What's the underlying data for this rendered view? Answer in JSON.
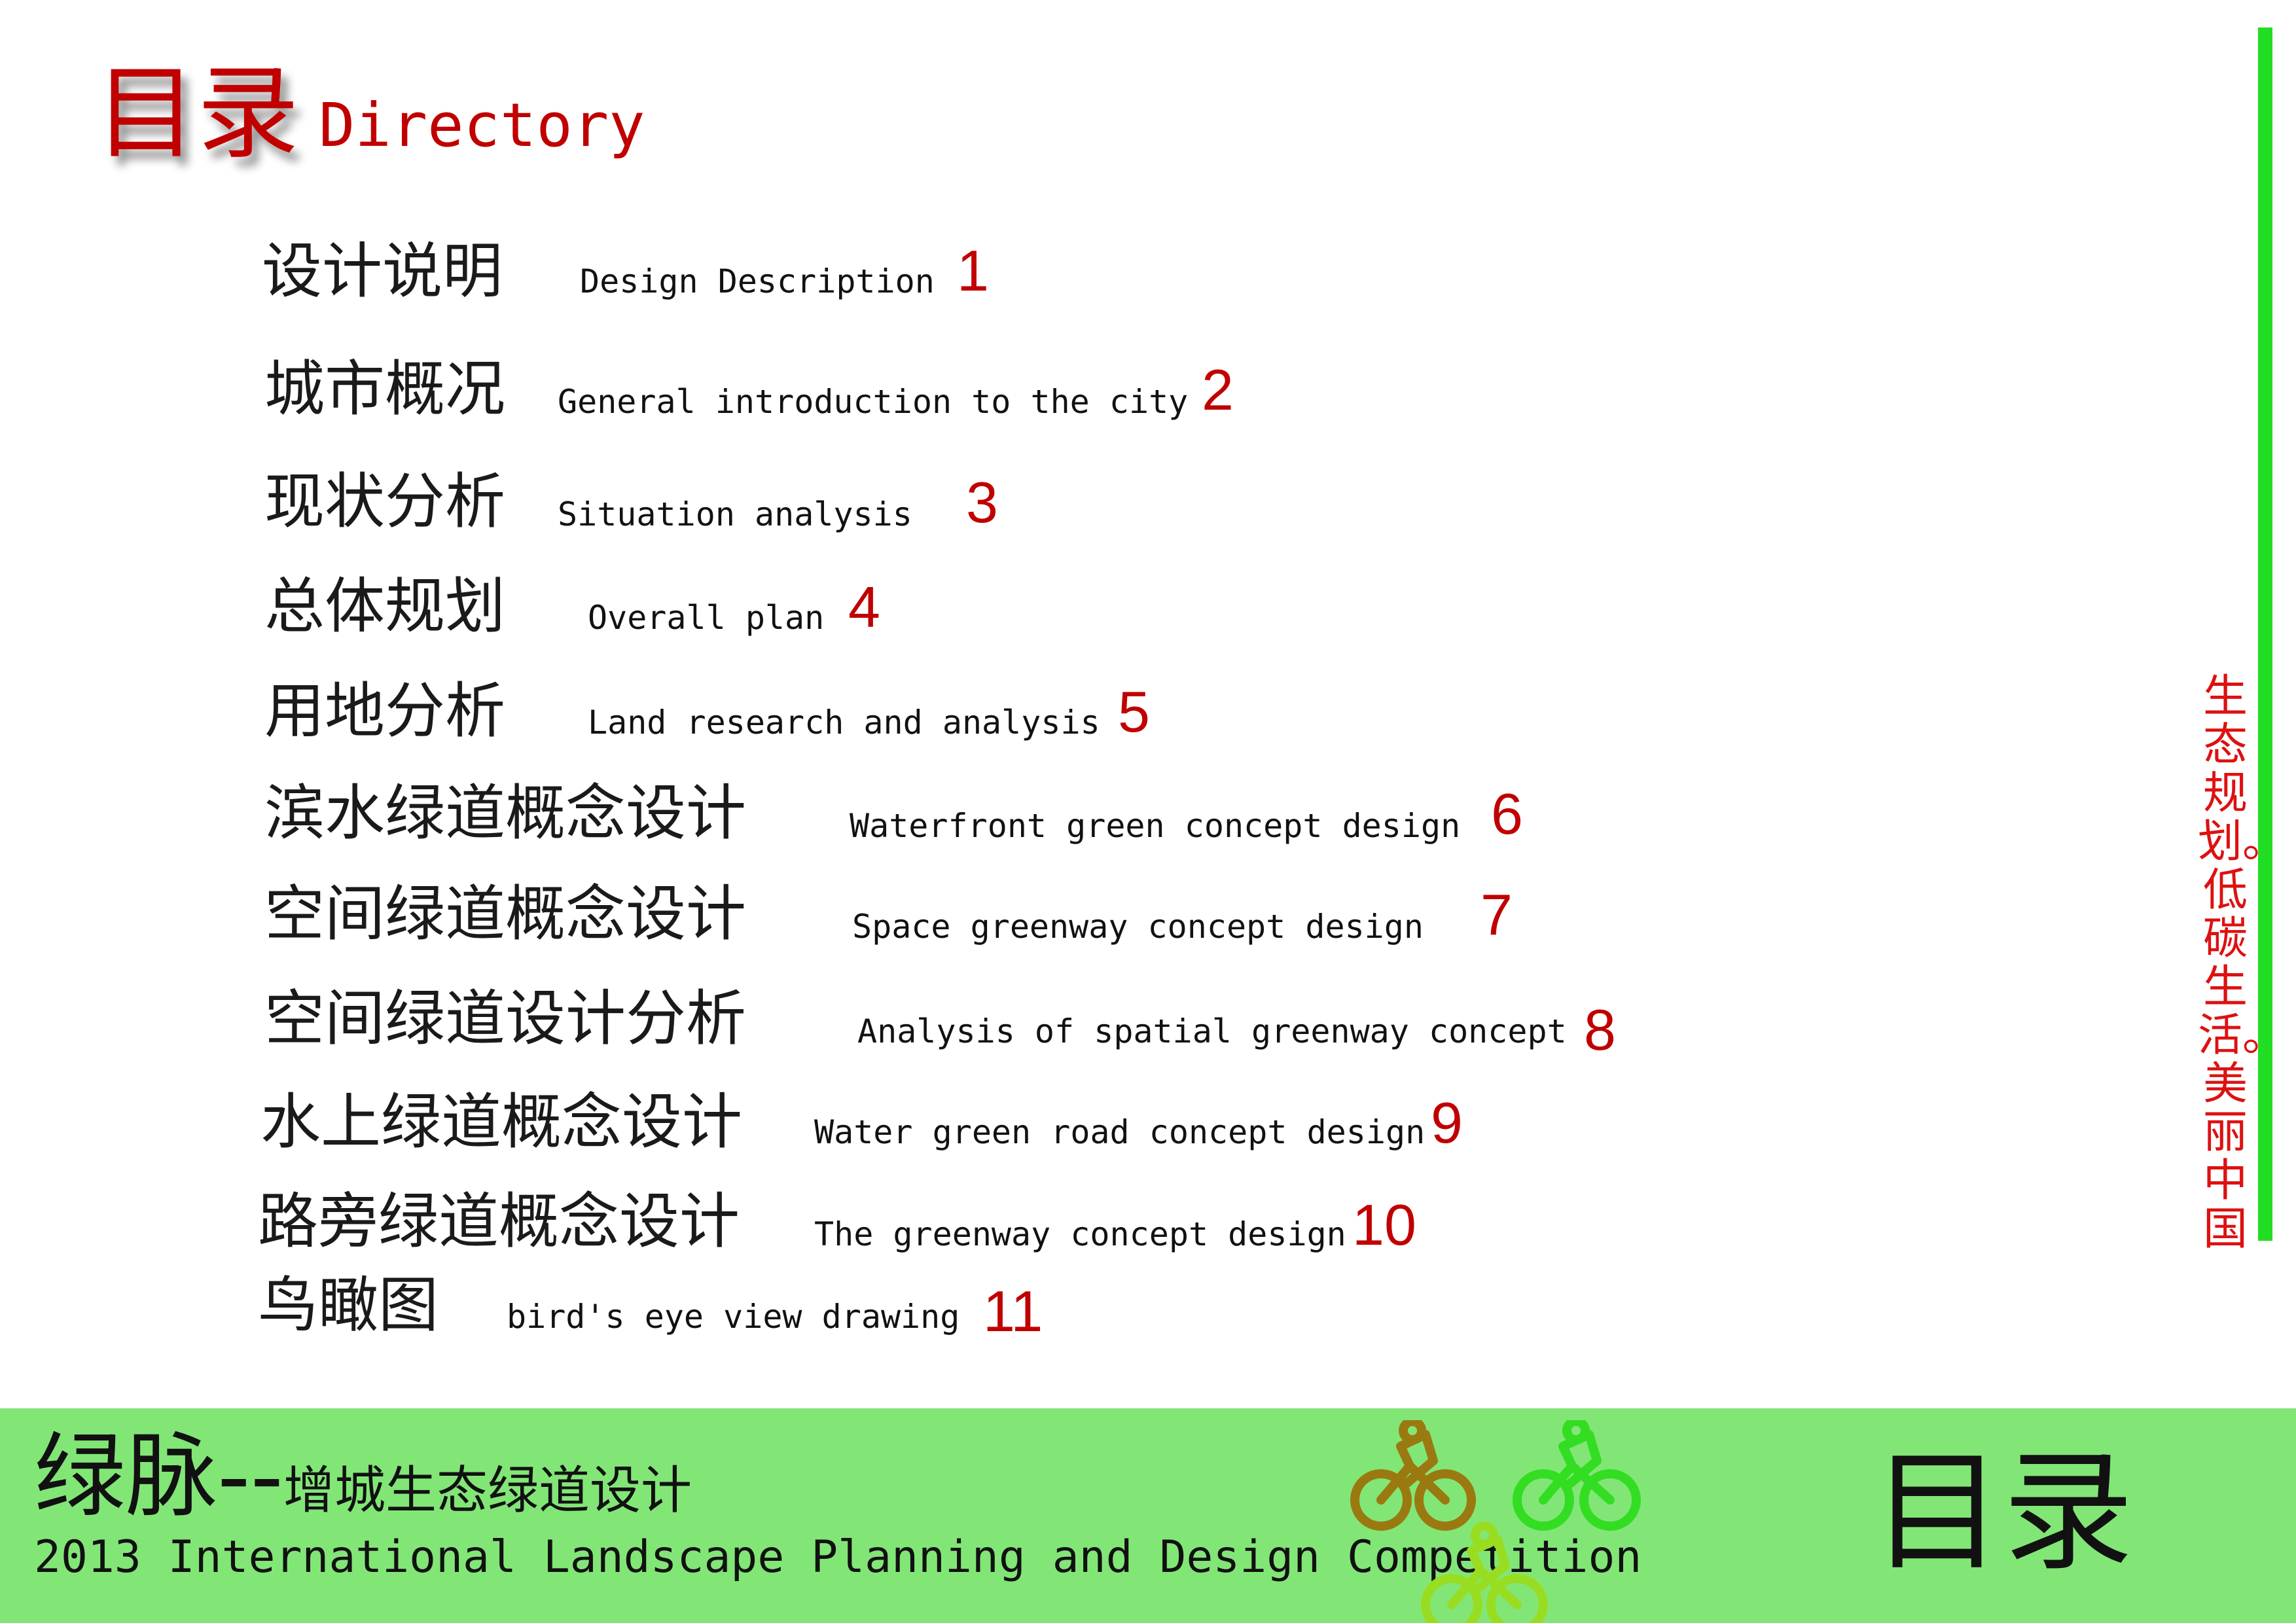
{
  "header": {
    "title_cn": "目录",
    "title_en": "Directory"
  },
  "toc": [
    {
      "cn": "设计说明",
      "en": "Design Description",
      "num": "1"
    },
    {
      "cn": "城市概况",
      "en": "General introduction to the city",
      "num": "2"
    },
    {
      "cn": "现状分析",
      "en": "Situation analysis",
      "num": "3"
    },
    {
      "cn": "总体规划",
      "en": "Overall plan",
      "num": "4"
    },
    {
      "cn": "用地分析",
      "en": "Land research and analysis",
      "num": "5"
    },
    {
      "cn": "滨水绿道概念设计",
      "en": "Waterfront green concept design",
      "num": "6"
    },
    {
      "cn": "空间绿道概念设计",
      "en": "Space greenway concept design",
      "num": "7"
    },
    {
      "cn": "空间绿道设计分析",
      "en": "Analysis of spatial greenway concept",
      "num": "8"
    },
    {
      "cn": "水上绿道概念设计",
      "en": "Water green road concept design",
      "num": "9"
    },
    {
      "cn": "路旁绿道概念设计",
      "en": "The greenway concept design",
      "num": "10"
    },
    {
      "cn": "鸟瞰图",
      "en": "bird's eye view drawing",
      "num": "11"
    }
  ],
  "side_slogan": "生态规划。低碳生活。美丽中国",
  "footer": {
    "title_main": "绿脉--",
    "title_sub": "增城生态绿道设计",
    "subtitle_en": "2013 International Landscape Planning and Design Competition",
    "page_mark": "目录"
  },
  "icons": {
    "cyclist": "cyclist-icon"
  },
  "colors": {
    "accent_red": "#c00000",
    "footer_green": "#82e677",
    "rule_green": "#22dd22",
    "cyclist_brown": "#9a7a10",
    "cyclist_green": "#33dd22",
    "cyclist_lime": "#99dd22"
  }
}
